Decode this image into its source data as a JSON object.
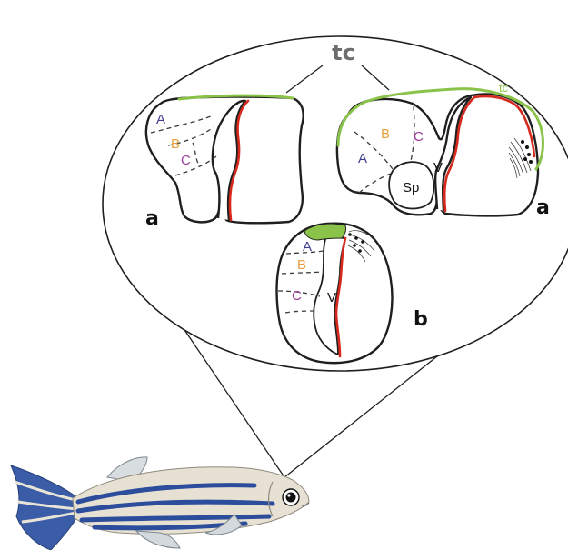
{
  "labels": {
    "tc_main": "tc",
    "tc_small": "tc",
    "panel_a_left": "a",
    "panel_a_right": "a",
    "panel_b": "b"
  },
  "regions": {
    "left_a": {
      "A": "A",
      "B": "B",
      "C": "C"
    },
    "right_a": {
      "A": "A",
      "B": "B",
      "C": "C",
      "Sp": "Sp",
      "V": "V"
    },
    "b": {
      "A": "A",
      "B": "B",
      "C": "C",
      "V": "V"
    }
  },
  "colors": {
    "label_A": "#3f3f8f",
    "label_B": "#e8a040",
    "label_C": "#9b3c96",
    "tectum_green": "#8bc34a",
    "ventricle_red": "#d62a1e",
    "tc_grey": "#6d6d6d",
    "fish_stripe": "#2c4c9c"
  },
  "icons": {
    "fish": "zebrafish-illustration"
  }
}
